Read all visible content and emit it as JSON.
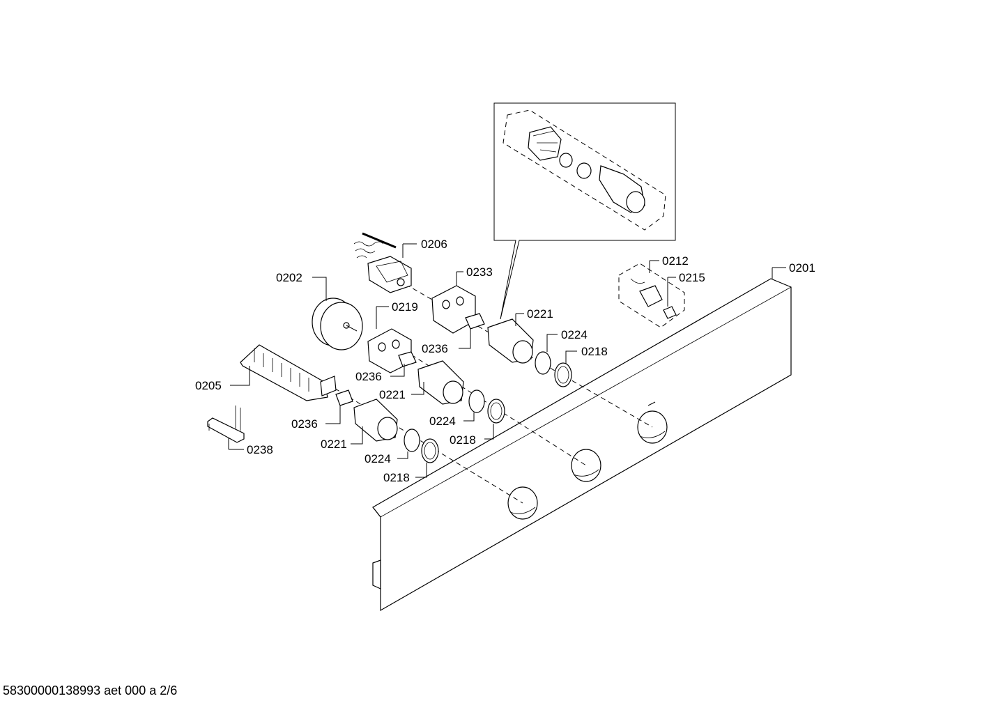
{
  "labels": {
    "p0206": "0206",
    "p0202": "0202",
    "p0233": "0233",
    "p0219": "0219",
    "p0221a": "0221",
    "p0236a": "0236",
    "p0224a": "0224",
    "p0218a": "0218",
    "p0236b": "0236",
    "p0205": "0205",
    "p0221b": "0221",
    "p0224b": "0224",
    "p0218b": "0218",
    "p0236c": "0236",
    "p0221c": "0221",
    "p0238": "0238",
    "p0224c": "0224",
    "p0218c": "0218",
    "p0212": "0212",
    "p0215": "0215",
    "p0201": "0201"
  },
  "footer": "58300000138993 aet 000 a 2/6"
}
